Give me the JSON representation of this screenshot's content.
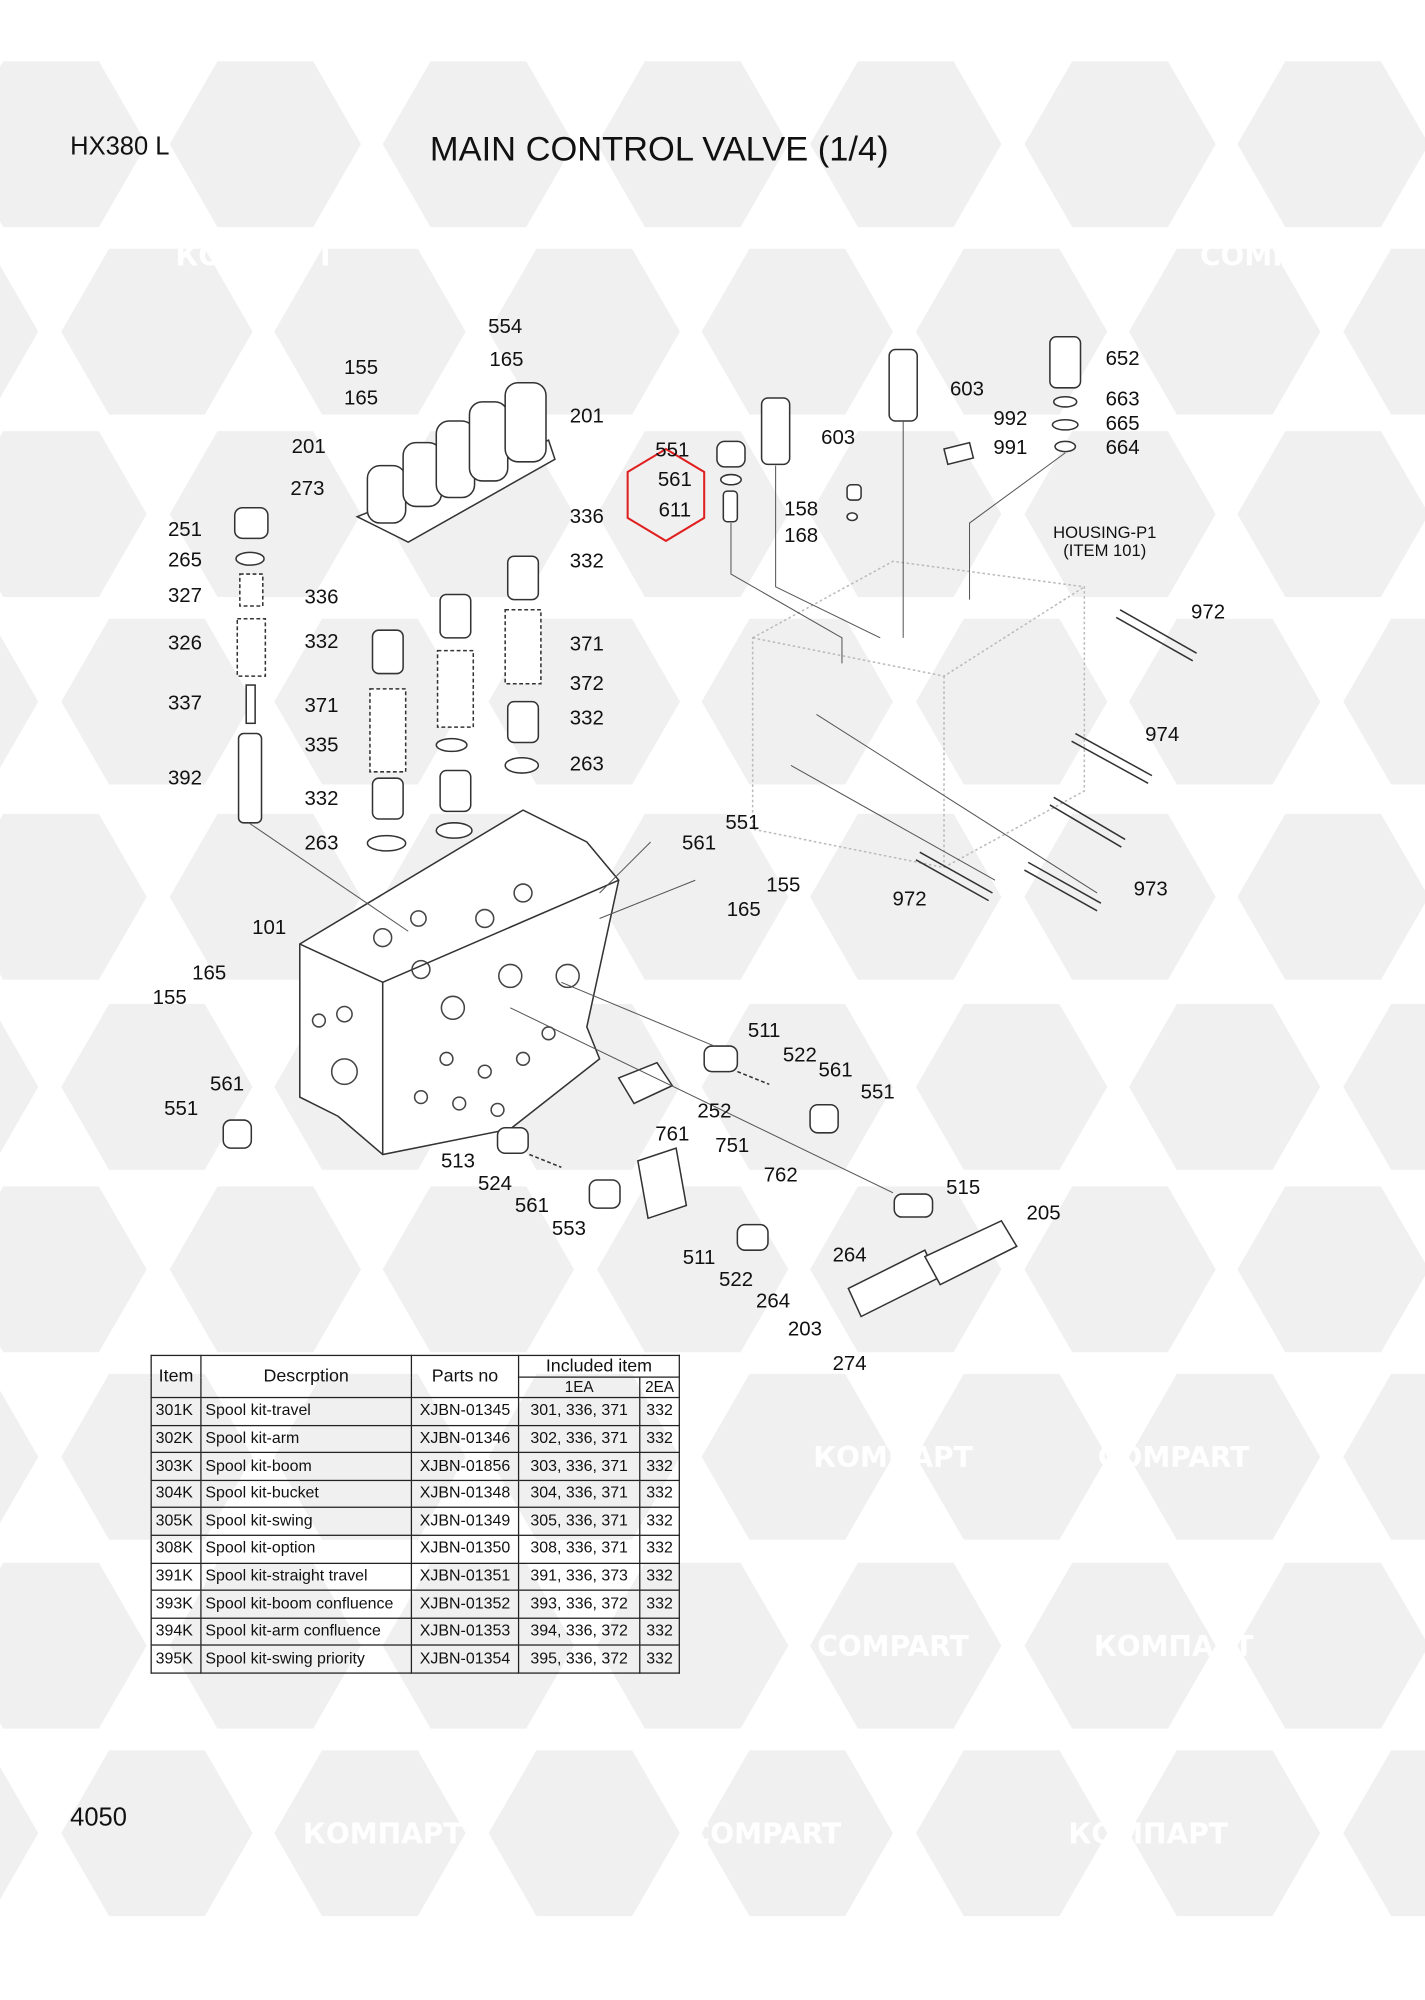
{
  "header": {
    "model": "HX380 L",
    "title": "MAIN CONTROL VALVE (1/4)",
    "page_number": "4050"
  },
  "watermark": {
    "text_ru": "КОМПАРТ",
    "text_en": "COMPART"
  },
  "housing_note": {
    "line1": "HOUSING-P1",
    "line2": "(ITEM 101)"
  },
  "labels": [
    "554",
    "165",
    "155",
    "165",
    "201",
    "201",
    "273",
    "551",
    "561",
    "611",
    "603",
    "603",
    "652",
    "663",
    "665",
    "664",
    "992",
    "991",
    "158",
    "168",
    "251",
    "265",
    "327",
    "326",
    "337",
    "392",
    "336",
    "332",
    "336",
    "332",
    "371",
    "372",
    "371",
    "332",
    "335",
    "263",
    "332",
    "263",
    "972",
    "974",
    "973",
    "972",
    "551",
    "561",
    "155",
    "165",
    "101",
    "165",
    "155",
    "561",
    "551",
    "511",
    "522",
    "561",
    "551",
    "252",
    "761",
    "751",
    "762",
    "513",
    "524",
    "561",
    "553",
    "515",
    "205",
    "264",
    "511",
    "522",
    "264",
    "203",
    "274"
  ],
  "table": {
    "headers": {
      "item": "Item",
      "description": "Descrption",
      "parts_no": "Parts no",
      "included": "Included item",
      "ea1": "1EA",
      "ea2": "2EA"
    },
    "rows": [
      {
        "item": "301K",
        "description": "Spool kit-travel",
        "parts_no": "XJBN-01345",
        "ea1": "301, 336, 371",
        "ea2": "332"
      },
      {
        "item": "302K",
        "description": "Spool kit-arm",
        "parts_no": "XJBN-01346",
        "ea1": "302, 336, 371",
        "ea2": "332"
      },
      {
        "item": "303K",
        "description": "Spool kit-boom",
        "parts_no": "XJBN-01856",
        "ea1": "303, 336, 371",
        "ea2": "332"
      },
      {
        "item": "304K",
        "description": "Spool kit-bucket",
        "parts_no": "XJBN-01348",
        "ea1": "304, 336, 371",
        "ea2": "332"
      },
      {
        "item": "305K",
        "description": "Spool kit-swing",
        "parts_no": "XJBN-01349",
        "ea1": "305, 336, 371",
        "ea2": "332"
      },
      {
        "item": "308K",
        "description": "Spool kit-option",
        "parts_no": "XJBN-01350",
        "ea1": "308, 336, 371",
        "ea2": "332"
      },
      {
        "item": "391K",
        "description": "Spool kit-straight travel",
        "parts_no": "XJBN-01351",
        "ea1": "391, 336, 373",
        "ea2": "332"
      },
      {
        "item": "393K",
        "description": "Spool kit-boom confluence",
        "parts_no": "XJBN-01352",
        "ea1": "393, 336, 372",
        "ea2": "332"
      },
      {
        "item": "394K",
        "description": "Spool kit-arm confluence",
        "parts_no": "XJBN-01353",
        "ea1": "394, 336, 372",
        "ea2": "332"
      },
      {
        "item": "395K",
        "description": "Spool kit-swing priority",
        "parts_no": "XJBN-01354",
        "ea1": "395, 336, 372",
        "ea2": "332"
      }
    ]
  },
  "colors": {
    "highlight": "#e02020",
    "watermark": "#e3e3e3"
  }
}
